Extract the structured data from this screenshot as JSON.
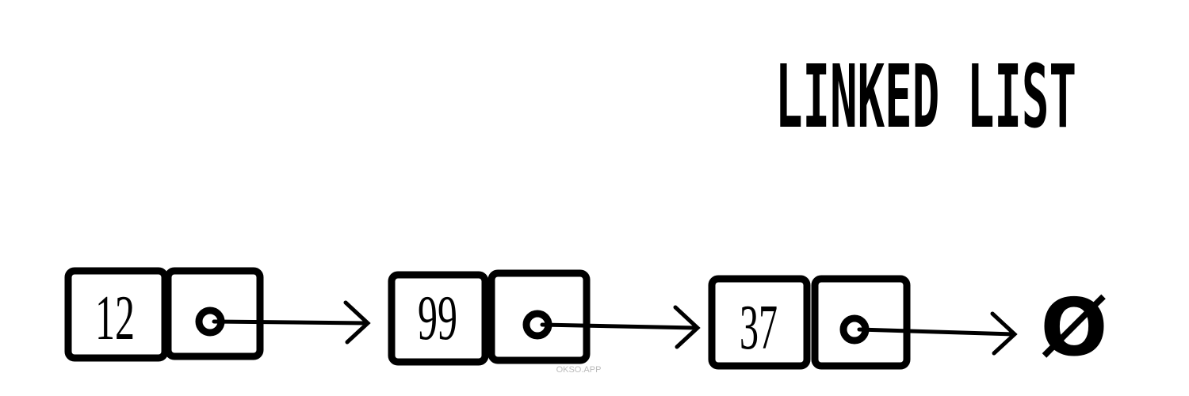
{
  "title": "LINKED LIST",
  "nodes": [
    {
      "value": "12"
    },
    {
      "value": "99"
    },
    {
      "value": "37"
    }
  ],
  "null_symbol": "Ø",
  "watermark": "OKSO.APP",
  "colors": {
    "ink": "#000000",
    "watermark": "#bbbbbb",
    "background": "#ffffff"
  }
}
